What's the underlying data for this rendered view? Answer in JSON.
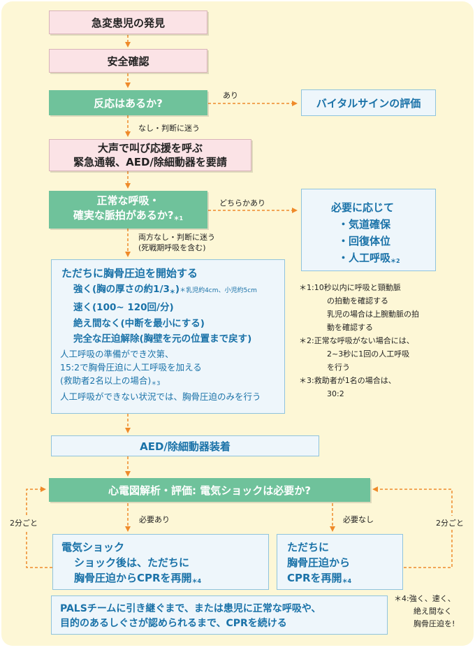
{
  "steps": {
    "s1": "急変患児の発見",
    "s2": "安全確認",
    "s3": "反応はあるか?",
    "vital": "バイタルサインの評価",
    "s4_line1": "大声で叫び応援を呼ぶ",
    "s4_line2": "緊急通報、AED/除細動器を要請",
    "s5_line1": "正常な呼吸・",
    "s5_line2": "確実な脈拍があるか?",
    "s5_mark": "＊1",
    "aed": "AED/除細動器装着",
    "ecg": "心電図解析・評価: 電気ショックは必要か?",
    "pals_line1": "PALSチームに引き継ぐまで、または患児に正常な呼吸や、",
    "pals_line2": "目的のあるしぐさが認められるまで、CPRを続ける"
  },
  "labels": {
    "ari": "あり",
    "nashi": "なし・判断に迷う",
    "dochiraka": "どちらかあり",
    "ryohou_line1": "両方なし・判断に迷う",
    "ryohou_line2": "(死戦期呼吸を含む)",
    "hitsuyou_ari": "必要あり",
    "hitsuyou_nashi": "必要なし",
    "every2_left": "2分ごと",
    "every2_right": "2分ごと"
  },
  "as_needed": {
    "title": "必要に応じて",
    "item1": "・気道確保",
    "item2": "・回復体位",
    "item3": "・人工呼吸",
    "item3_mark": "＊2"
  },
  "cpr": {
    "title": "ただちに胸骨圧迫を開始する",
    "strong": "強く(胸の厚さの約1/3",
    "strong_mark": "＊",
    "strong_close": ")",
    "strong_note": "＊乳児約4cm、小児約5cm",
    "fast": "速く(100~ 120回/分)",
    "continuous": "絶え間なく(中断を最小にする)",
    "release": "完全な圧迫解除(胸壁を元の位置まで戻す)",
    "line5": "人工呼吸の準備ができ次第、",
    "line6": "15:2で胸骨圧迫に人工呼吸を加える",
    "line7": "(救助者2名以上の場合)",
    "line7_mark": "＊3",
    "line8": "人工呼吸ができない状況では、胸骨圧迫のみを行う"
  },
  "shock_box": {
    "line1": "電気ショック",
    "line2": "ショック後は、ただちに",
    "line3": "胸骨圧迫からCPRを再開",
    "mark": "＊4"
  },
  "noshock_box": {
    "line1": "ただちに",
    "line2": "胸骨圧迫から",
    "line3": "CPRを再開",
    "mark": "＊4"
  },
  "notes": {
    "n1_line1": "＊1:10秒以内に呼吸と頸動脈",
    "n1_line2": "の拍動を確認する",
    "n1_line3": "乳児の場合は上腕動脈の拍",
    "n1_line4": "動を確認する",
    "n2_line1": "＊2:正常な呼吸がない場合には、",
    "n2_line2": "2~3秒に1回の人工呼吸",
    "n2_line3": "を行う",
    "n3_line1": "＊3:救助者が1名の場合は、",
    "n3_line2": "30:2",
    "n4_line1": "＊4:強く、速く、",
    "n4_line2": "絶え間なく",
    "n4_line3": "胸骨圧迫を!"
  },
  "colors": {
    "background": "#fdf7d6",
    "arrow": "#ef8a2a",
    "green": "#6fc29b",
    "pink": "#fbe3e6",
    "blue_text": "#1a72a8",
    "blue_fill": "#eef6fb"
  }
}
